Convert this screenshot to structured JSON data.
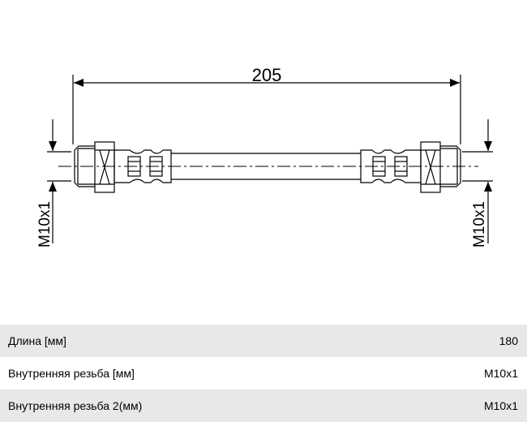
{
  "drawing": {
    "length_dimension": "205",
    "left_thread": "M10x1",
    "right_thread": "M10x1",
    "line_color": "#000000"
  },
  "specs": {
    "rows": [
      {
        "label": "Длина [мм]",
        "value": "180"
      },
      {
        "label": "Внутренняя резьба [мм]",
        "value": "M10x1"
      },
      {
        "label": "Внутренняя резьба 2(мм)",
        "value": "M10x1"
      }
    ],
    "stripe_color": "#e8e8e8"
  }
}
